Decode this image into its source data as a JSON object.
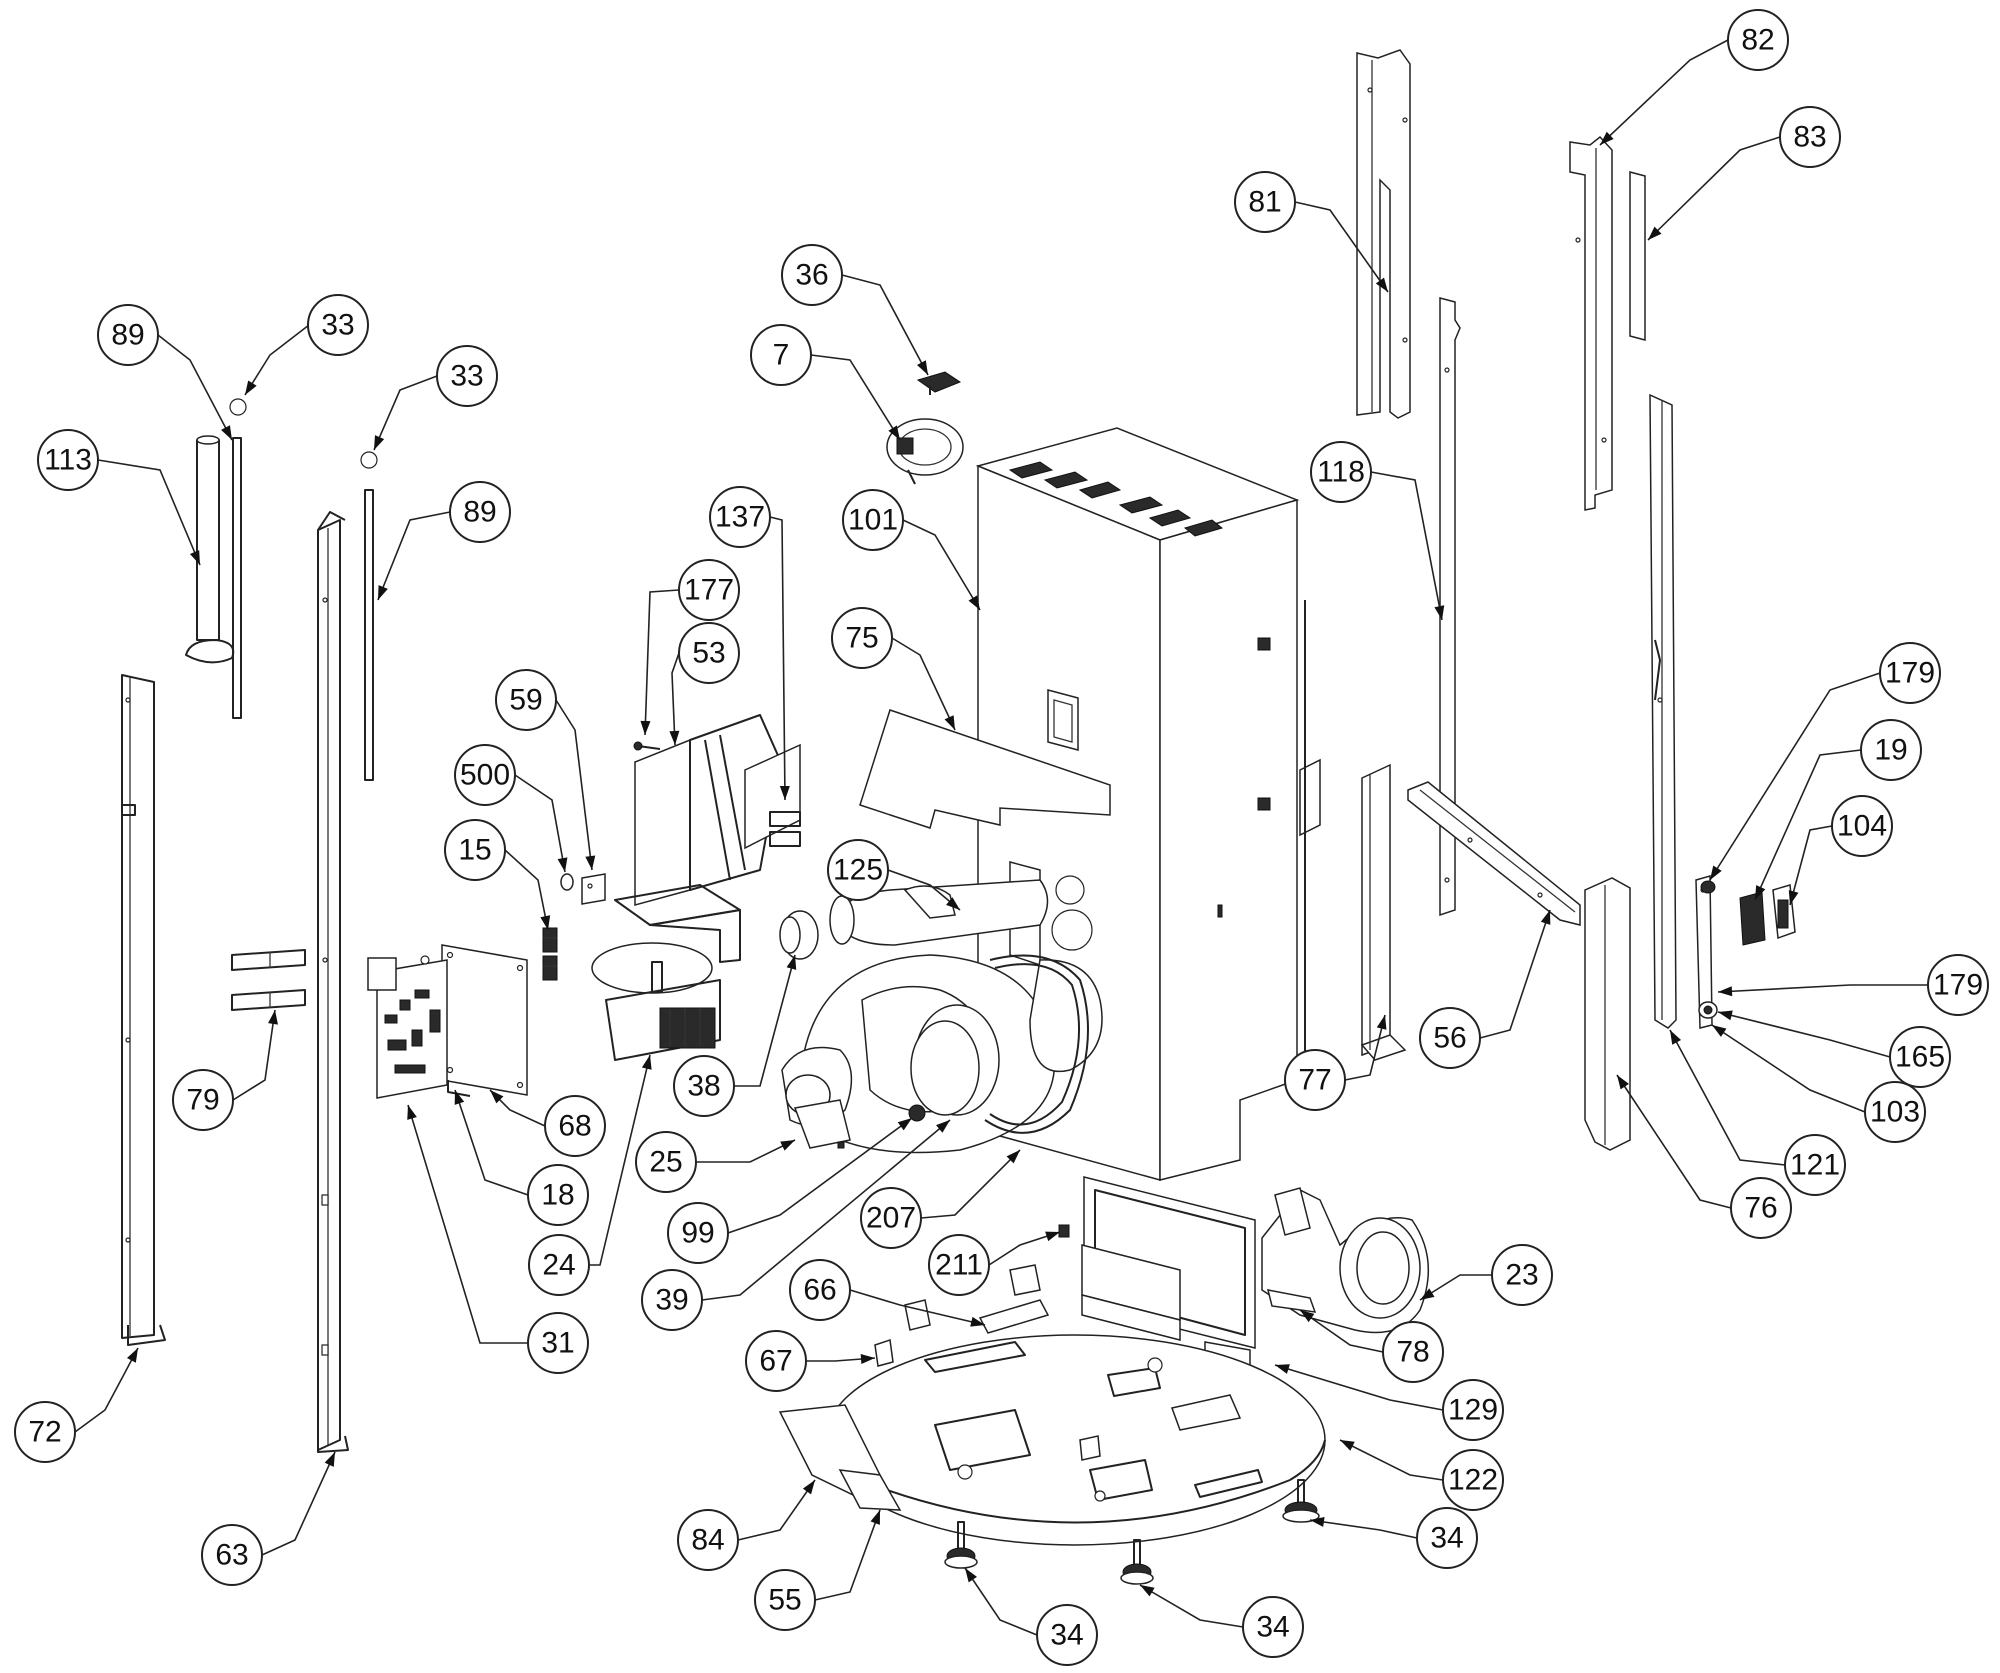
{
  "callouts": [
    {
      "label": "72"
    },
    {
      "label": "63"
    },
    {
      "label": "79"
    },
    {
      "label": "113"
    },
    {
      "label": "89"
    },
    {
      "label": "33"
    },
    {
      "label": "33"
    },
    {
      "label": "89"
    },
    {
      "label": "31"
    },
    {
      "label": "18"
    },
    {
      "label": "68"
    },
    {
      "label": "15"
    },
    {
      "label": "500"
    },
    {
      "label": "59"
    },
    {
      "label": "53"
    },
    {
      "label": "177"
    },
    {
      "label": "137"
    },
    {
      "label": "24"
    },
    {
      "label": "38"
    },
    {
      "label": "25"
    },
    {
      "label": "99"
    },
    {
      "label": "39"
    },
    {
      "label": "36"
    },
    {
      "label": "7"
    },
    {
      "label": "101"
    },
    {
      "label": "75"
    },
    {
      "label": "125"
    },
    {
      "label": "207"
    },
    {
      "label": "211"
    },
    {
      "label": "66"
    },
    {
      "label": "67"
    },
    {
      "label": "84"
    },
    {
      "label": "55"
    },
    {
      "label": "34"
    },
    {
      "label": "34"
    },
    {
      "label": "34"
    },
    {
      "label": "122"
    },
    {
      "label": "129"
    },
    {
      "label": "78"
    },
    {
      "label": "23"
    },
    {
      "label": "81"
    },
    {
      "label": "118"
    },
    {
      "label": "82"
    },
    {
      "label": "83"
    },
    {
      "label": "77"
    },
    {
      "label": "56"
    },
    {
      "label": "76"
    },
    {
      "label": "121"
    },
    {
      "label": "103"
    },
    {
      "label": "165"
    },
    {
      "label": "179"
    },
    {
      "label": "104"
    },
    {
      "label": "19"
    },
    {
      "label": "179"
    }
  ]
}
